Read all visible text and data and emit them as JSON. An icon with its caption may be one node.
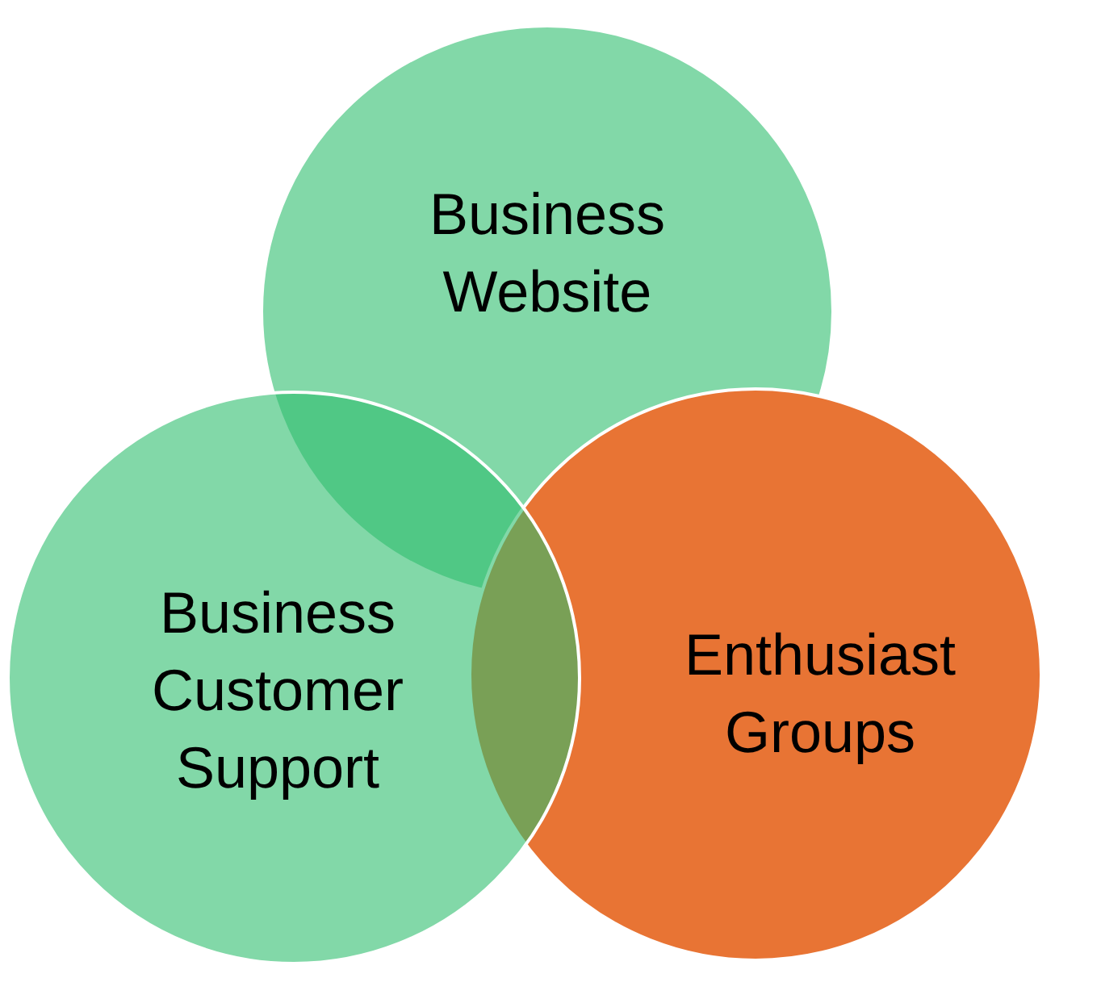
{
  "diagram": {
    "nodes": [
      {
        "text": [
          "Business Website"
        ]
      },
      {
        "text": [
          "Enthusiast Groups"
        ]
      },
      {
        "text": [
          "Business Customer Support"
        ]
      }
    ]
  }
}
